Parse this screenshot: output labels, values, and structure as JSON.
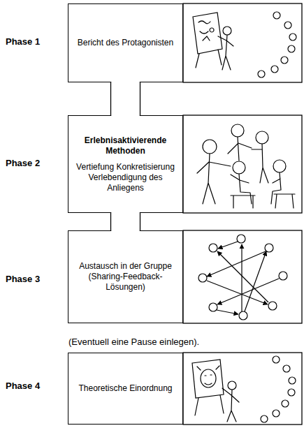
{
  "diagram": {
    "nodes": [
      {
        "text": [
          "Bericht des Protagonisten"
        ]
      },
      {
        "text": [
          "Erlebnisaktivierende Methoden",
          "Vertiefung Konkretisierung Verlebendigung des Anliegens"
        ]
      },
      {
        "text": [
          "Austausch in der Gruppe (Sharing-Feedback-Lösungen)"
        ]
      },
      {
        "text": [
          "Theoretische Einordnung"
        ]
      }
    ],
    "edges": [
      {
        "from": 0,
        "to": 1,
        "arrow": "none"
      },
      {
        "from": 1,
        "to": 2,
        "arrow": "none"
      }
    ],
    "labels": [
      "Phase 1",
      "Phase 2",
      "Phase 3",
      "(Eventuell eine Pause einlegen).",
      "Phase 4"
    ]
  }
}
